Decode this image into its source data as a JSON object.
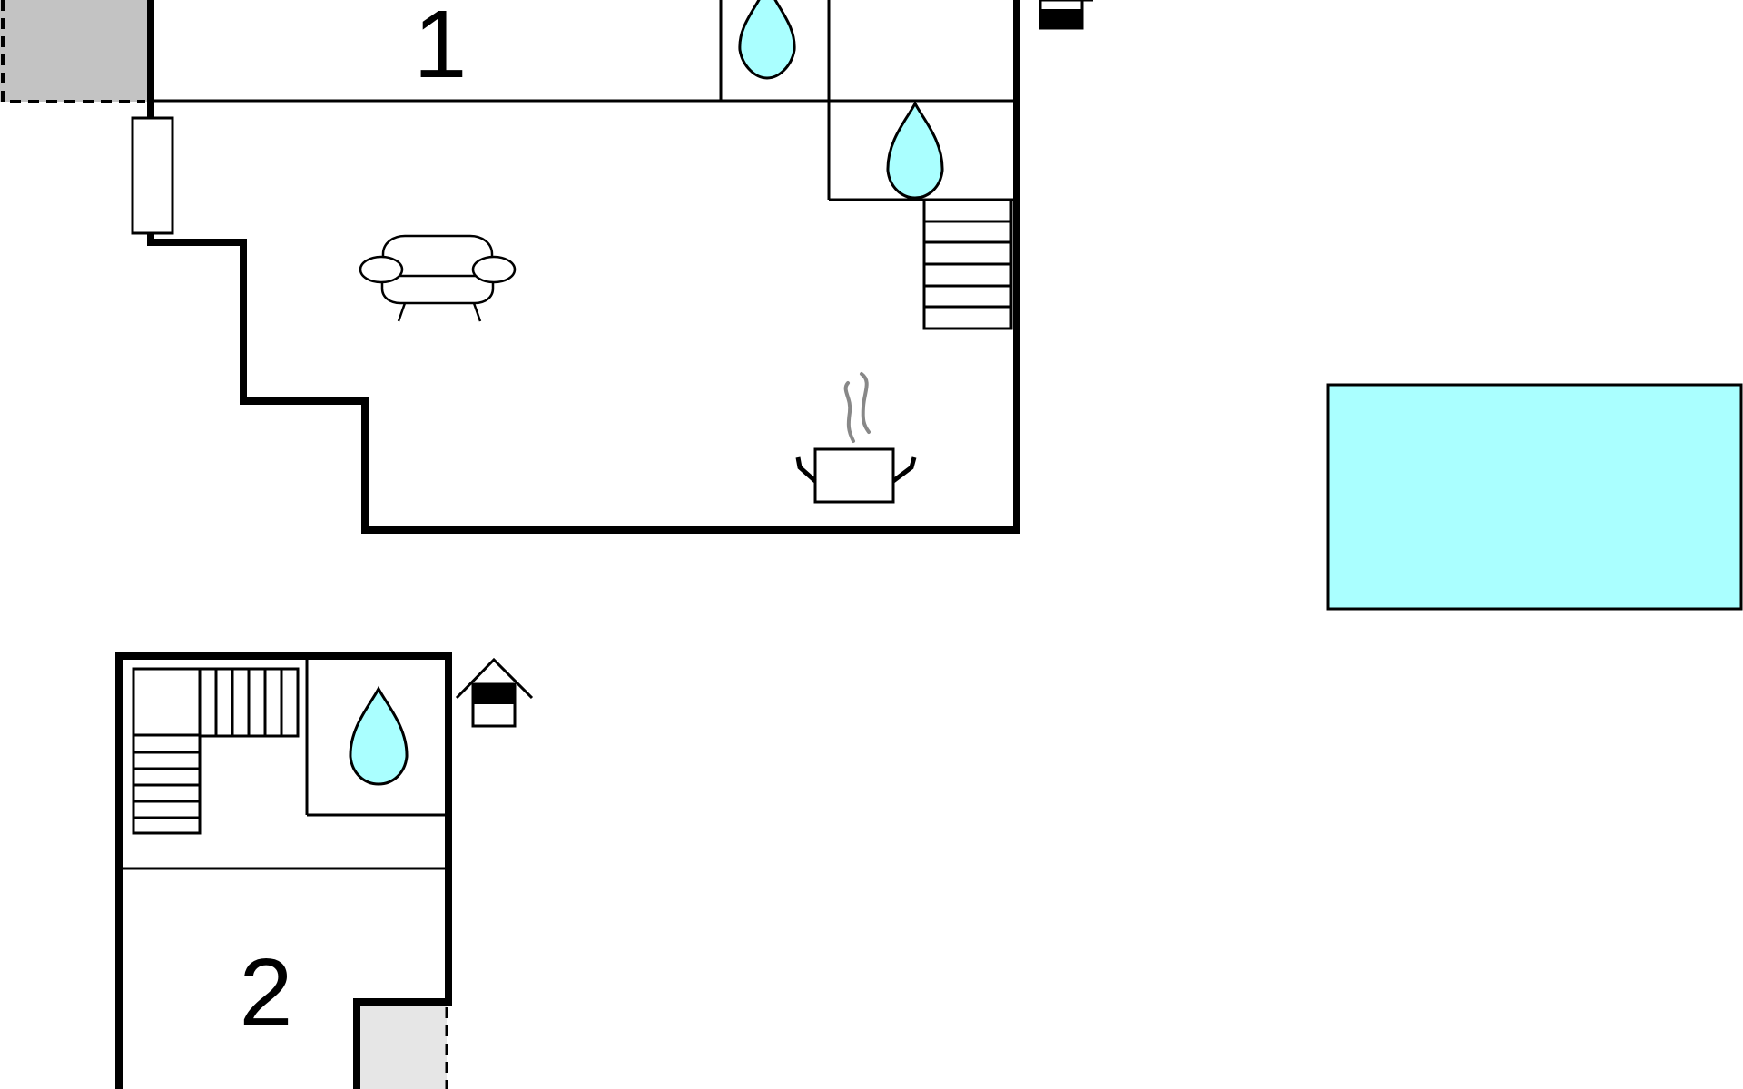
{
  "floor_plan": {
    "rooms": [
      {
        "label": "1"
      },
      {
        "label": "2"
      }
    ],
    "colors": {
      "background": "#ffffff",
      "wall": "#000000",
      "water": "#aaffff",
      "pool": "#aaffff",
      "terrace_main": "#c3c3c3",
      "terrace_lower": "#e6e6e6",
      "steam": "#888888"
    },
    "icons": [
      "bathroom-water-drop-icon",
      "sofa-icon",
      "kitchen-pot-icon",
      "stairs-icon",
      "house-entrance-icon",
      "swimming-pool"
    ]
  }
}
